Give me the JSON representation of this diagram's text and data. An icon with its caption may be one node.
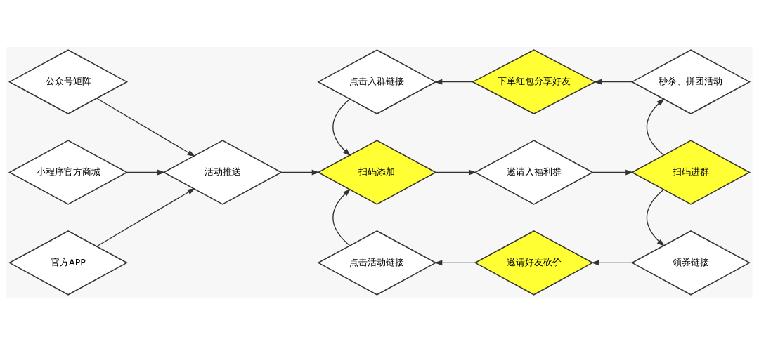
{
  "diagram": {
    "nodes": [
      {
        "text": [
          "公众号矩阵"
        ]
      },
      {
        "text": [
          "小程序官方商城"
        ]
      },
      {
        "text": [
          "官方APP"
        ]
      },
      {
        "text": [
          "活动推送"
        ]
      },
      {
        "text": [
          "点击入群链接"
        ]
      },
      {
        "text": [
          "扫码添加"
        ]
      },
      {
        "text": [
          "点击活动链接"
        ]
      },
      {
        "text": [
          "下单红包分享好友"
        ]
      },
      {
        "text": [
          "邀请入福利群"
        ]
      },
      {
        "text": [
          "邀请好友砍价"
        ]
      },
      {
        "text": [
          "秒杀、拼团活动"
        ]
      },
      {
        "text": [
          "扫码进群"
        ]
      },
      {
        "text": [
          "领券链接"
        ]
      }
    ],
    "edges": [
      {
        "from": 0,
        "to": 3,
        "arrow": "to"
      },
      {
        "from": 1,
        "to": 3,
        "arrow": "to"
      },
      {
        "from": 2,
        "to": 3,
        "arrow": "to"
      },
      {
        "from": 3,
        "to": 5,
        "arrow": "to"
      },
      {
        "from": 4,
        "to": 5,
        "arrow": "to"
      },
      {
        "from": 6,
        "to": 5,
        "arrow": "to"
      },
      {
        "from": 5,
        "to": 8,
        "arrow": "to"
      },
      {
        "from": 8,
        "to": 11,
        "arrow": "to"
      },
      {
        "from": 11,
        "to": 10,
        "arrow": "to"
      },
      {
        "from": 11,
        "to": 12,
        "arrow": "to"
      },
      {
        "from": 10,
        "to": 7,
        "arrow": "to"
      },
      {
        "from": 7,
        "to": 4,
        "arrow": "to"
      },
      {
        "from": 12,
        "to": 9,
        "arrow": "to"
      },
      {
        "from": 9,
        "to": 6,
        "arrow": "to"
      }
    ]
  }
}
